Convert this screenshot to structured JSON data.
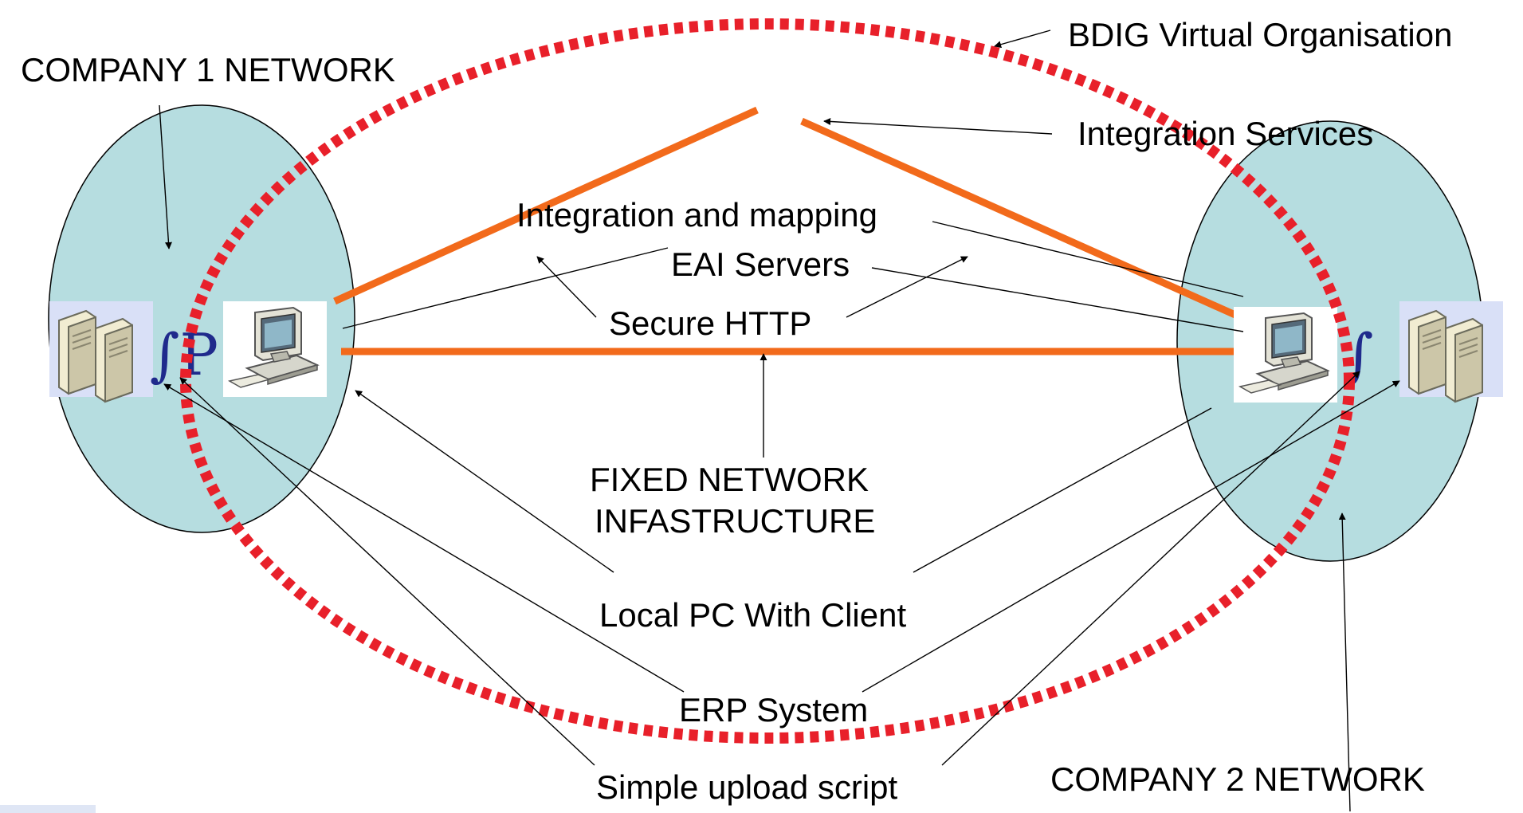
{
  "labels": {
    "company1": "COMPANY 1 NETWORK",
    "company2": "COMPANY 2 NETWORK",
    "virtual_org": "BDIG Virtual Organisation",
    "integration_services": "Integration Services",
    "integration_mapping": "Integration and mapping",
    "eai_servers": "EAI Servers",
    "secure_http": "Secure HTTP",
    "fixed_network_line1": "FIXED NETWORK",
    "fixed_network_line2": "INFASTRUCTURE",
    "local_pc": "Local PC With Client",
    "erp_system": "ERP System",
    "upload_script": "Simple upload script"
  },
  "colors": {
    "network_fill": "#b6dde0",
    "virtual_org_ring": "#e8202a",
    "service_line": "#f26a1b",
    "script_symbol": "#1f2a8c"
  },
  "icons": {
    "erp_server": "server-tower-icon",
    "local_pc": "desktop-computer-icon"
  }
}
